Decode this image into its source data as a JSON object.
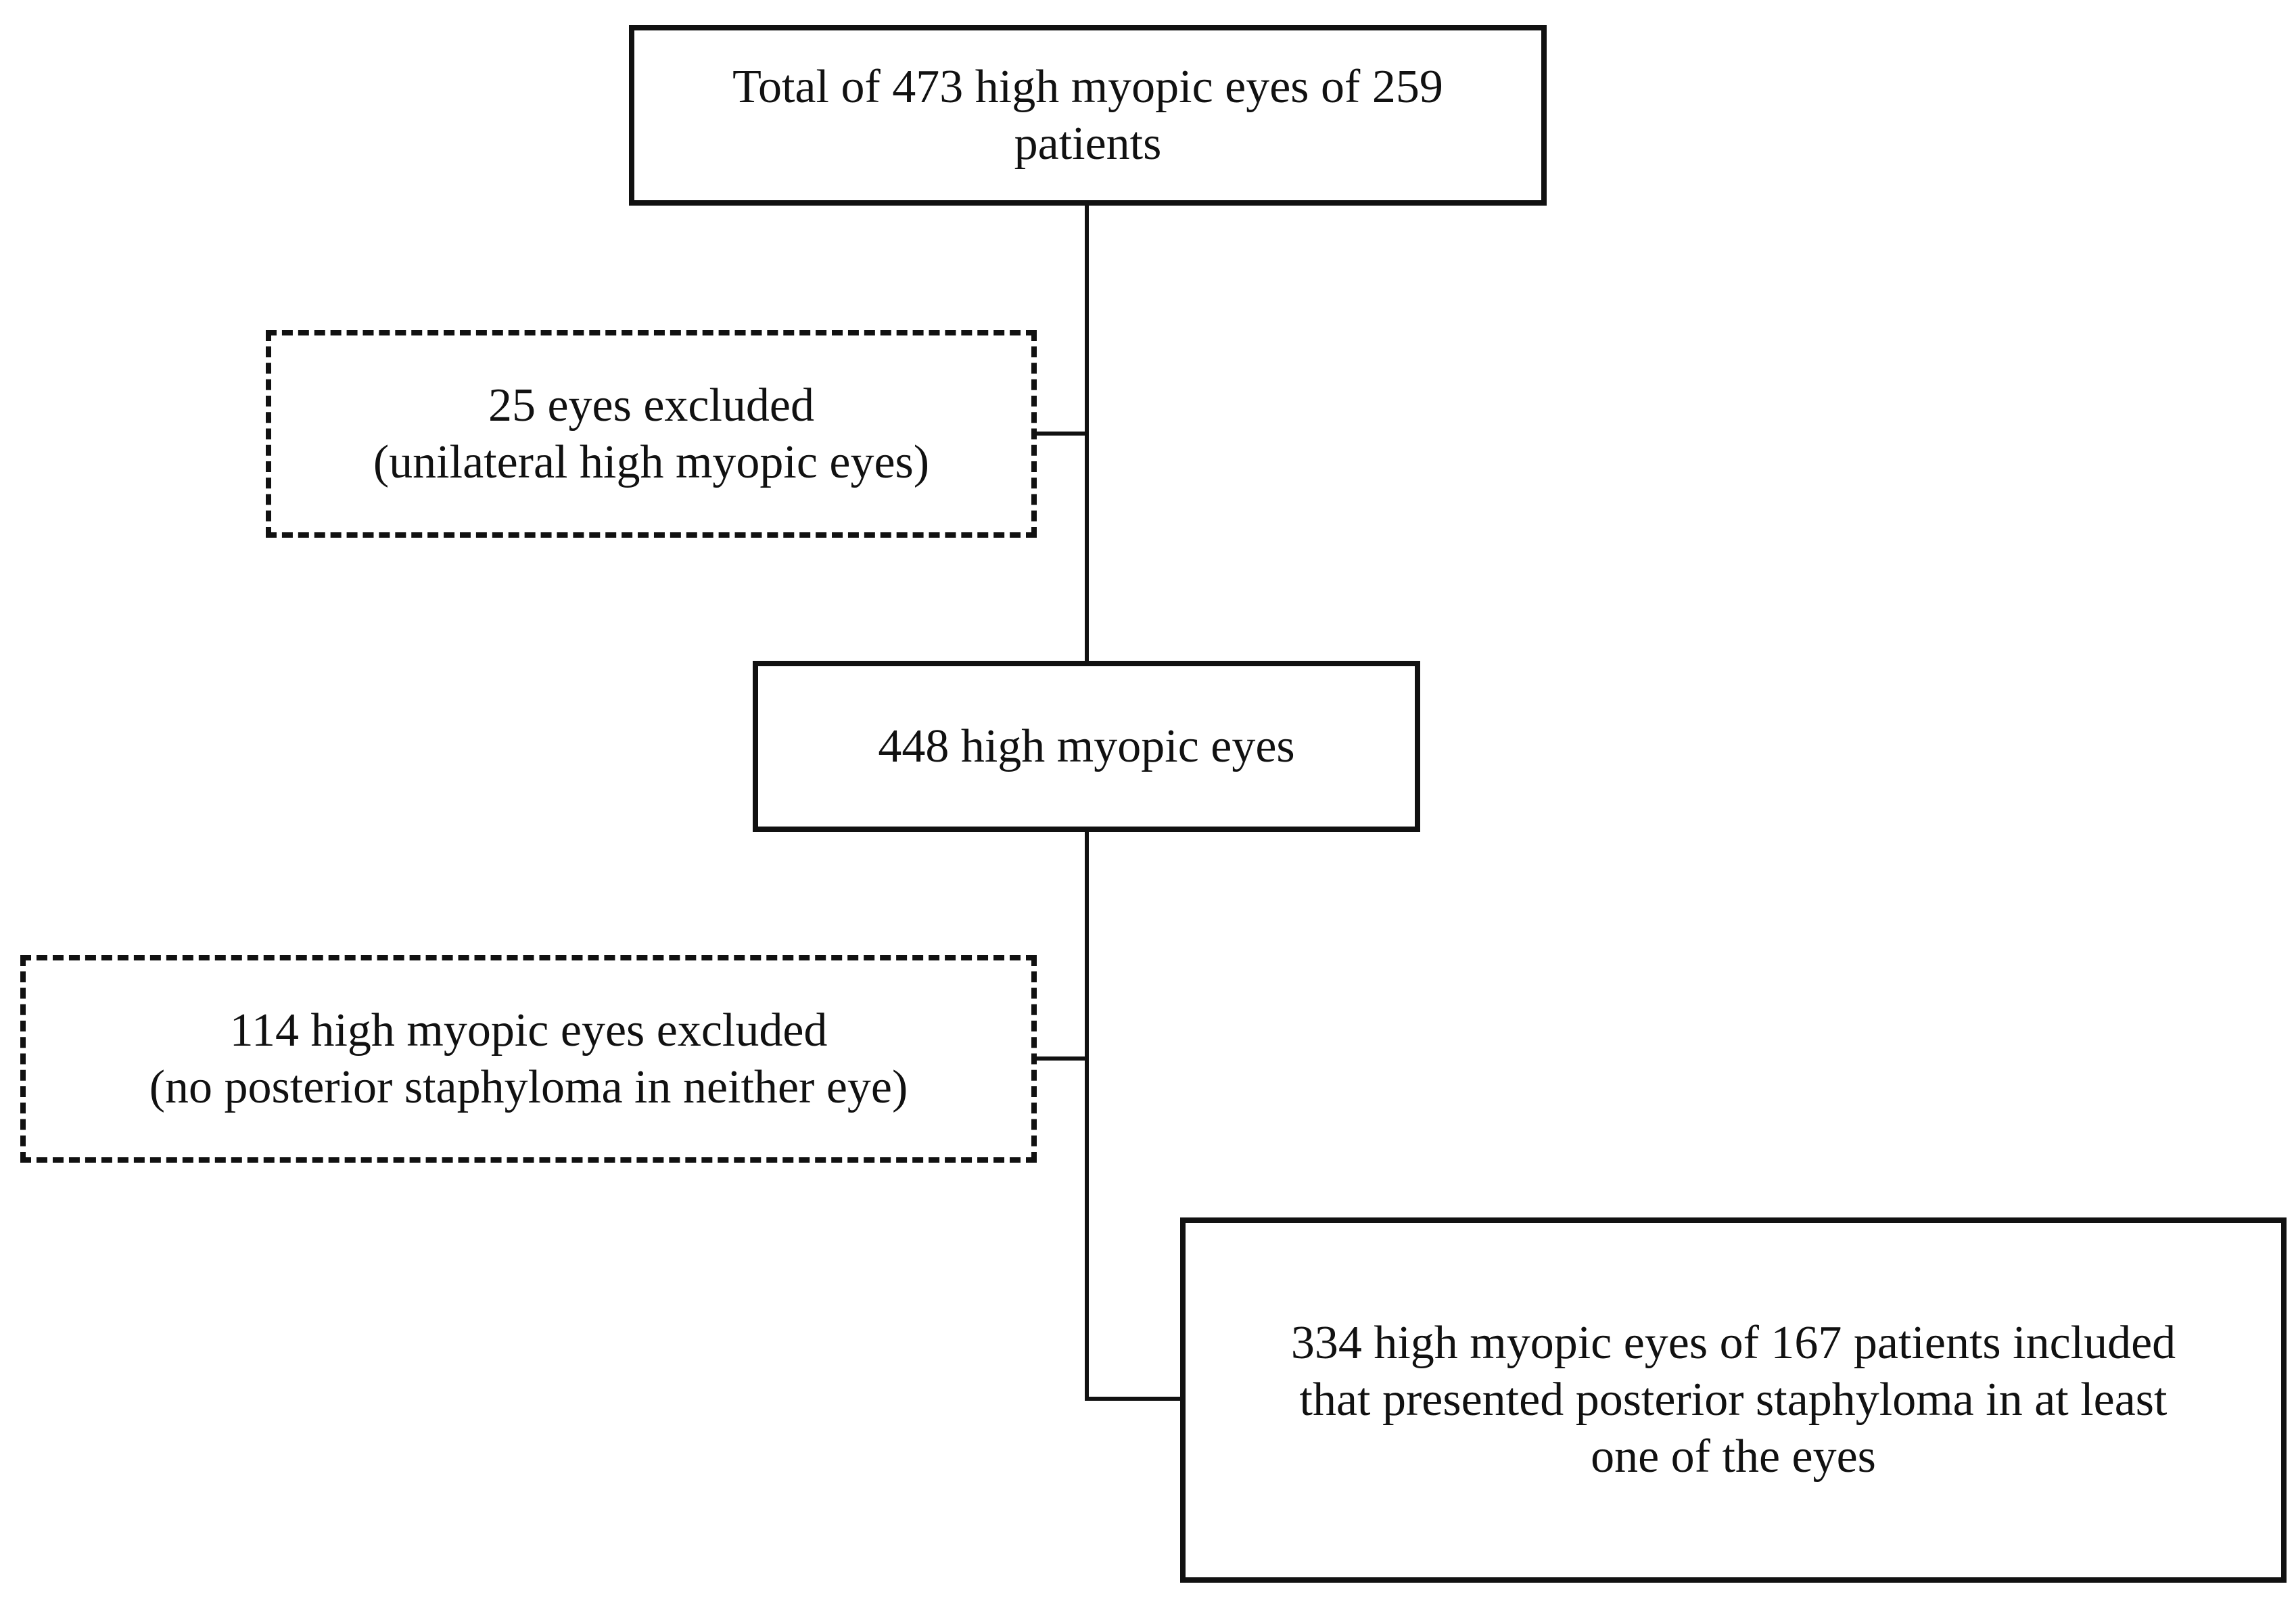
{
  "flowchart": {
    "nodes": [
      {
        "id": "total",
        "style": "solid",
        "text": "Total of 473 high myopic eyes of 259\npatients"
      },
      {
        "id": "excluded_unilateral",
        "style": "dashed",
        "text": "25 eyes excluded\n(unilateral high myopic eyes)"
      },
      {
        "id": "remaining",
        "style": "solid",
        "text": "448 high myopic eyes"
      },
      {
        "id": "excluded_no_staphyloma",
        "style": "dashed",
        "text": "114 high myopic eyes excluded\n(no posterior staphyloma in neither eye)"
      },
      {
        "id": "included",
        "style": "solid",
        "text": "334 high myopic eyes of 167 patients included\nthat presented posterior staphyloma in at least\none of the eyes"
      }
    ],
    "edges": [
      {
        "from": "total",
        "to": "remaining"
      },
      {
        "from": "total",
        "to": "excluded_unilateral"
      },
      {
        "from": "remaining",
        "to": "excluded_no_staphyloma"
      },
      {
        "from": "remaining",
        "to": "included"
      }
    ],
    "colors": {
      "line": "#111111",
      "background": "#ffffff"
    }
  }
}
